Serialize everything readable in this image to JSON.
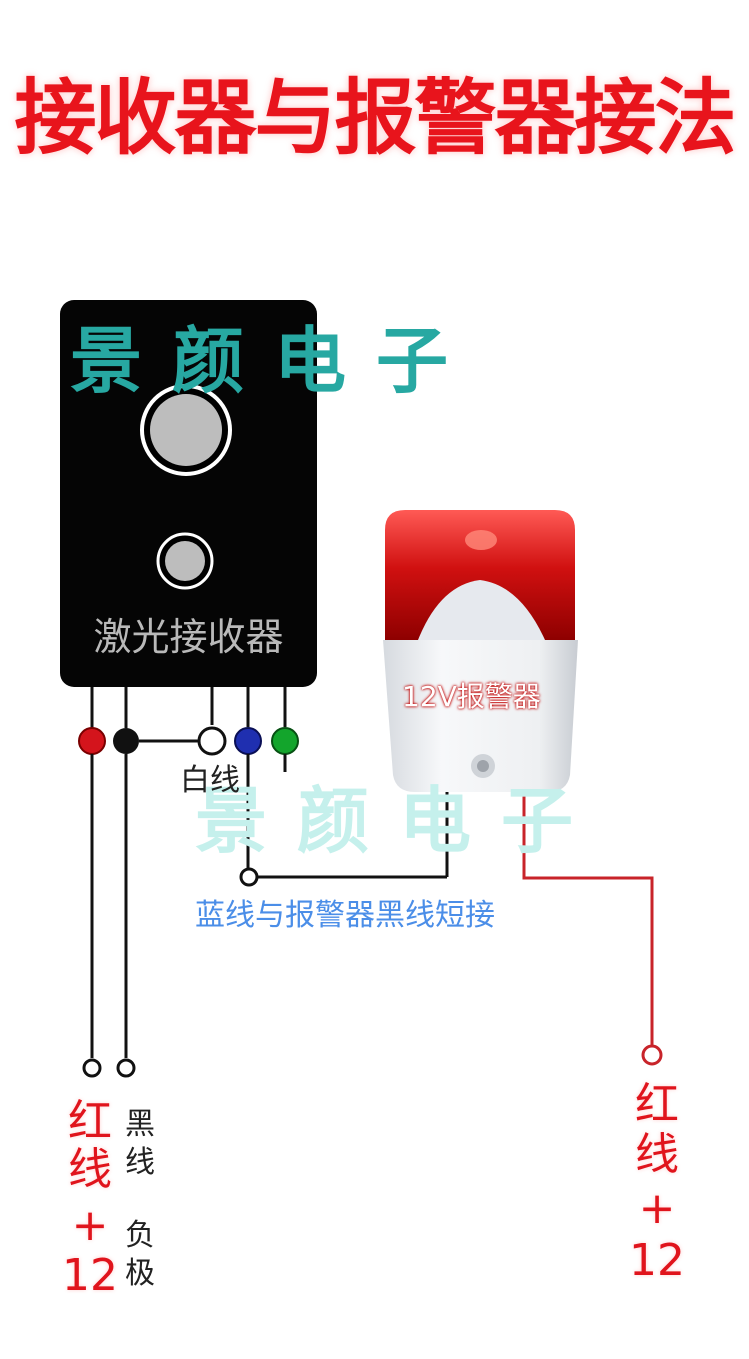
{
  "title": "接收器与报警器接法",
  "receiver": {
    "label": "激光接收器"
  },
  "watermark": {
    "text": "景颜电子"
  },
  "alarm": {
    "label": "12V报警器"
  },
  "labels": {
    "white_wire": "白线",
    "blue_note": "蓝线与报警器黑线短接",
    "left_red": [
      "红",
      "线",
      "+",
      "12"
    ],
    "left_black": [
      "黑",
      "线",
      "负",
      "极"
    ],
    "right_red": [
      "红",
      "线",
      "+",
      "12"
    ]
  },
  "colors": {
    "title": "#e8141c",
    "red_wire": "#c8242a",
    "blue_dot": "#1f2fb0",
    "green_dot": "#13a52c",
    "red_dot": "#d4141c",
    "watermark": "#27a8a2"
  }
}
